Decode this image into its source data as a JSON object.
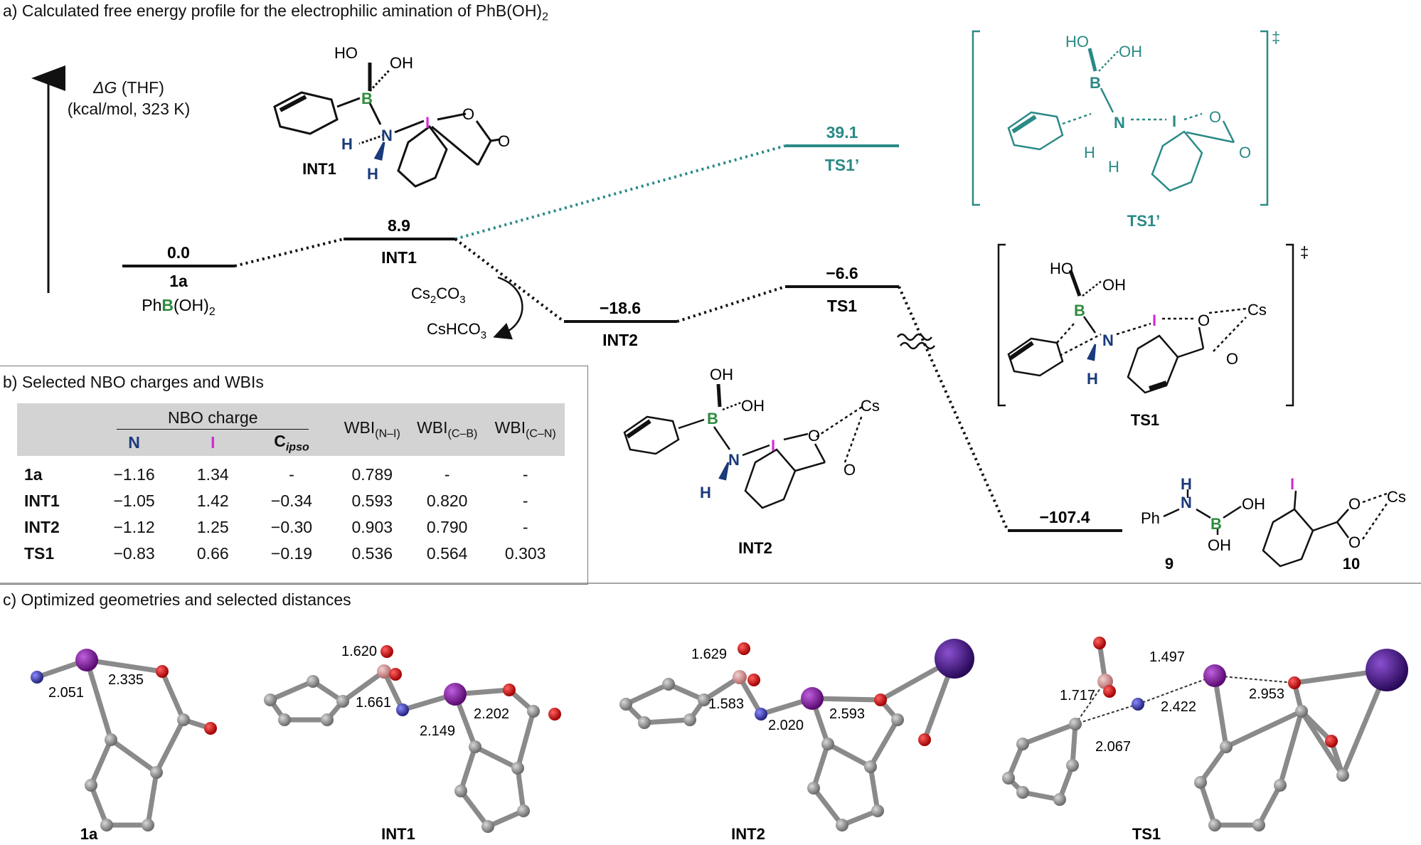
{
  "panel_a": {
    "caption": "a) Calculated free energy profile for the electrophilic amination of PhB(OH)",
    "caption_sub": "2",
    "axis": {
      "label_symbol": "ΔG",
      "label_solvent": " (THF)",
      "label_units": "(kcal/mol, 323 K)"
    },
    "levels": [
      {
        "id": "1a",
        "value": "0.0",
        "name": "1a",
        "sub": "PhB(OH)2",
        "color": "#111111"
      },
      {
        "id": "INT1",
        "value": "8.9",
        "name": "INT1",
        "color": "#111111"
      },
      {
        "id": "INT2",
        "value": "−18.6",
        "name": "INT2",
        "color": "#111111"
      },
      {
        "id": "TS1",
        "value": "−6.6",
        "name": "TS1",
        "color": "#111111"
      },
      {
        "id": "TS1p",
        "value": "39.1",
        "name": "TS1’",
        "color": "#2a8a86"
      },
      {
        "id": "prod",
        "value": "−107.4",
        "name": "",
        "color": "#111111"
      }
    ],
    "reagents": {
      "top": "Cs",
      "top_sub": "2",
      "top_rest": "CO",
      "top_sub2": "3",
      "bottom": "CsHCO",
      "bottom_sub": "3"
    },
    "structure_labels": {
      "int1": "INT1",
      "ts1p": "TS1’",
      "ts1": "TS1",
      "int2": "INT2",
      "p9": "9",
      "p10": "10"
    },
    "dagger": "‡",
    "atoms": {
      "HO": "HO",
      "OH": "OH",
      "B": "B",
      "N": "N",
      "I": "I",
      "O": "O",
      "H": "H",
      "Cs": "Cs",
      "Ph": "Ph"
    }
  },
  "panel_b": {
    "caption": "b) Selected NBO charges and WBIs",
    "group_header": "NBO charge",
    "col_N": "N",
    "col_I": "I",
    "col_C": "C",
    "col_C_sub": "ipso",
    "col_wbi1": "WBI",
    "col_wbi1_sub": "(N–I)",
    "col_wbi2": "WBI",
    "col_wbi2_sub": "(C–B)",
    "col_wbi3": "WBI",
    "col_wbi3_sub": "(C–N)",
    "rows": [
      {
        "name": "1a",
        "N": "−1.16",
        "I": "1.34",
        "C": "-",
        "wNI": "0.789",
        "wCB": "-",
        "wCN": "-"
      },
      {
        "name": "INT1",
        "N": "−1.05",
        "I": "1.42",
        "C": "−0.34",
        "wNI": "0.593",
        "wCB": "0.820",
        "wCN": "-"
      },
      {
        "name": "INT2",
        "N": "−1.12",
        "I": "1.25",
        "C": "−0.30",
        "wNI": "0.903",
        "wCB": "0.790",
        "wCN": "-"
      },
      {
        "name": "TS1",
        "N": "−0.83",
        "I": "0.66",
        "C": "−0.19",
        "wNI": "0.536",
        "wCB": "0.564",
        "wCN": "0.303"
      }
    ]
  },
  "panel_c": {
    "caption": "c) Optimized geometries and selected distances",
    "geometries": [
      {
        "name": "1a",
        "distances": [
          "2.051",
          "2.335"
        ]
      },
      {
        "name": "INT1",
        "distances": [
          "1.620",
          "1.661",
          "2.149",
          "2.202"
        ]
      },
      {
        "name": "INT2",
        "distances": [
          "1.629",
          "1.583",
          "2.020",
          "2.593"
        ]
      },
      {
        "name": "TS1",
        "distances": [
          "1.497",
          "1.717",
          "2.067",
          "2.422",
          "2.953"
        ]
      }
    ]
  },
  "colors": {
    "boron": "#2e8b3e",
    "nitrogen": "#1a3a7a",
    "iodine": "#d42ad4",
    "teal": "#2a8a86",
    "atom_C": "#8c8c8c",
    "atom_O": "#d40000",
    "atom_N": "#3c3cb4",
    "atom_I": "#8a1aa0",
    "atom_B": "#e0a0a0",
    "atom_Cs": "#4a1a8a",
    "atom_H": "#e8e8e8"
  }
}
